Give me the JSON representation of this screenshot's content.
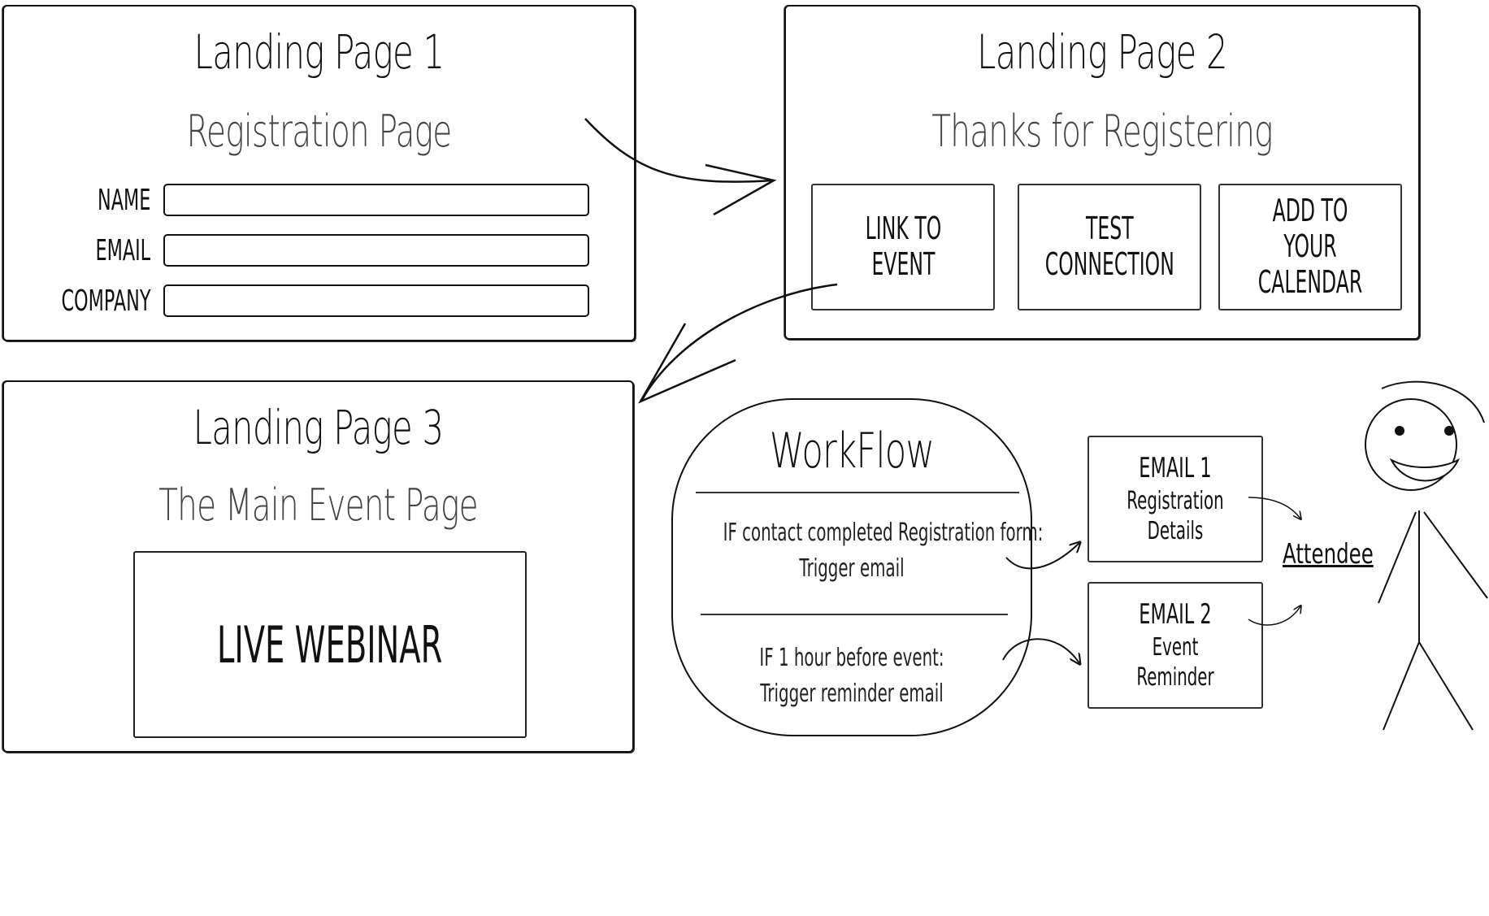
{
  "landing_page_1": {
    "title": "Landing Page 1",
    "subtitle": "Registration Page",
    "fields": [
      "NAME",
      "EMAIL",
      "COMPANY"
    ]
  },
  "landing_page_2": {
    "title": "Landing Page 2",
    "subtitle": "Thanks for Registering",
    "buttons": [
      "LINK TO\nEVENT",
      "TEST\nCONNECTION",
      "ADD TO YOUR\nCALENDAR"
    ]
  },
  "landing_page_3": {
    "title": "Landing Page 3",
    "subtitle": "The Main Event Page",
    "content": "LIVE WEBINAR"
  },
  "workflow": {
    "title": "WorkFlow",
    "conditions": [
      {
        "line1": "IF contact completed Registration form:",
        "line2": "Trigger email"
      },
      {
        "line1": "IF 1 hour before event:",
        "line2": "Trigger reminder email"
      }
    ]
  },
  "emails": [
    {
      "title": "EMAIL 1",
      "subtitle": "Registration Details"
    },
    {
      "title": "EMAIL 2",
      "subtitle": "Event Reminder"
    }
  ],
  "attendee": {
    "label": "Attendee"
  }
}
